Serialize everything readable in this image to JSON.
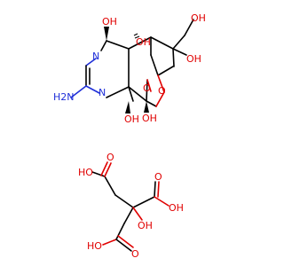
{
  "structure": {
    "tetrodotoxin_labels": {
      "oh_c4": "OH",
      "oh_c6": "OH",
      "oh_c11": "OH",
      "oh_c6b": "OH",
      "oh_c9": "OH",
      "oh_c10": "OH",
      "ring_o": "O",
      "n_upper": "N",
      "n_lower": "N",
      "nh2": "H2N",
      "ring_o2": "O"
    },
    "citrate_labels": {
      "o_top_left": "O",
      "oh_top_left": "HO",
      "o_top_right": "O",
      "oh_top_right": "OH",
      "oh_center": "OH",
      "oh_bottom_left": "HO",
      "o_bottom": "O"
    }
  },
  "colors": {
    "carbon": "#000000",
    "oxygen": "#e00000",
    "nitrogen": "#1f2fd8"
  }
}
